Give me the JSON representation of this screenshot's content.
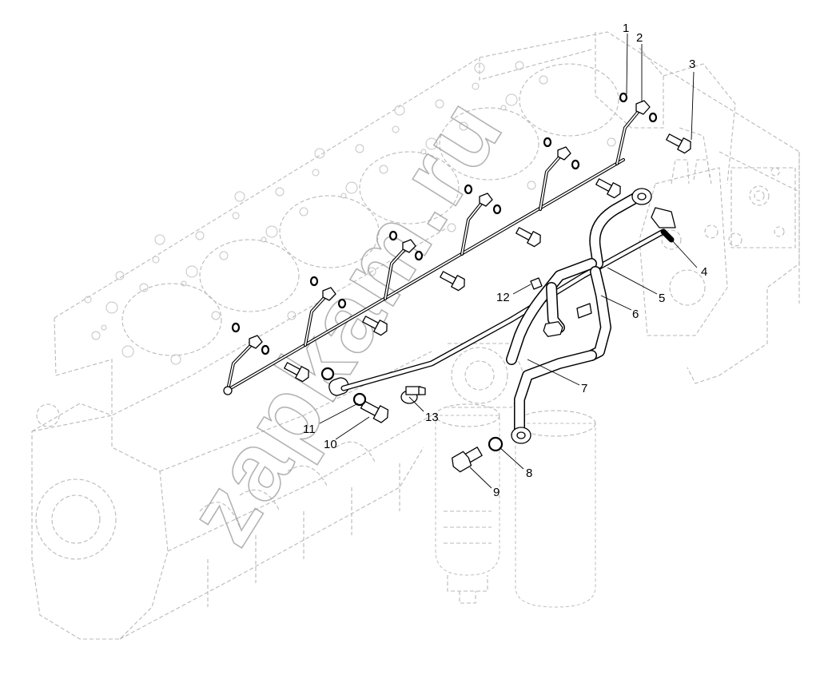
{
  "diagram": {
    "watermark": "zapkam.ru",
    "callouts": [
      {
        "id": "1",
        "label": "1"
      },
      {
        "id": "2",
        "label": "2"
      },
      {
        "id": "3",
        "label": "3"
      },
      {
        "id": "4",
        "label": "4"
      },
      {
        "id": "5",
        "label": "5"
      },
      {
        "id": "6",
        "label": "6"
      },
      {
        "id": "7",
        "label": "7"
      },
      {
        "id": "8",
        "label": "8"
      },
      {
        "id": "9",
        "label": "9"
      },
      {
        "id": "10",
        "label": "10"
      },
      {
        "id": "11",
        "label": "11"
      },
      {
        "id": "12",
        "label": "12"
      },
      {
        "id": "13",
        "label": "13"
      }
    ]
  },
  "colors": {
    "line": "#000000",
    "ghost": "#b9b9b9",
    "background": "#ffffff"
  }
}
